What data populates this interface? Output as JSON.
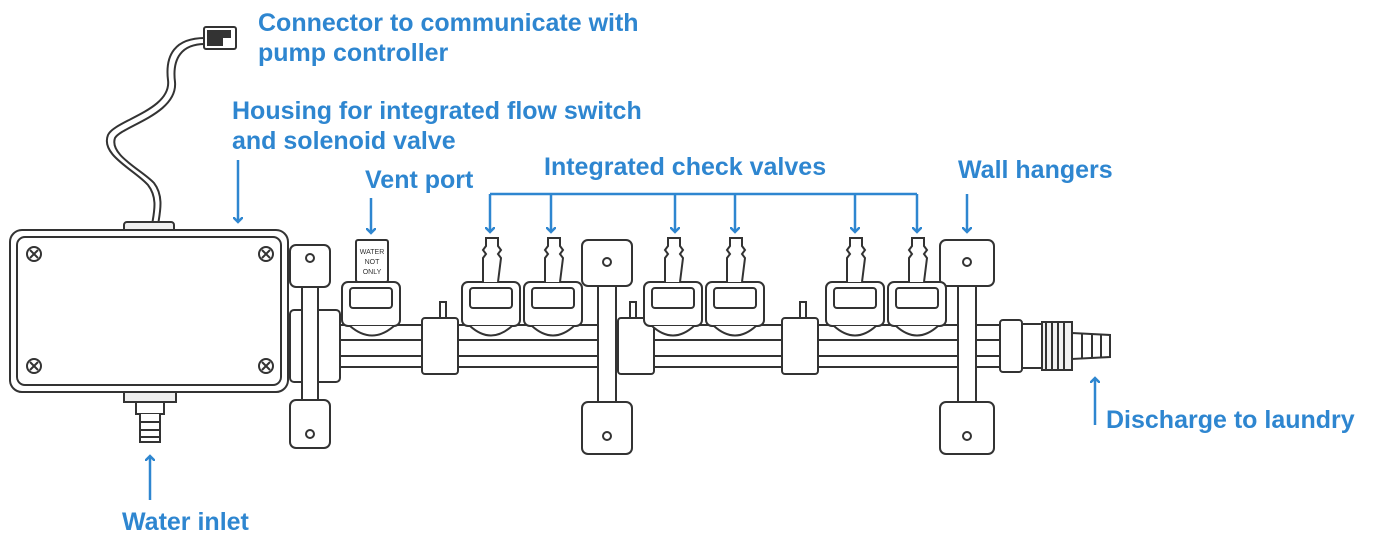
{
  "labels": {
    "connector_line1": "Connector to communicate with",
    "connector_line2": "pump controller",
    "housing_line1": "Housing for integrated flow switch",
    "housing_line2": "and solenoid valve",
    "vent_port": "Vent port",
    "check_valves": "Integrated check valves",
    "wall_hangers": "Wall hangers",
    "discharge": "Discharge to laundry",
    "water_inlet": "Water inlet"
  },
  "vent_cap_text": [
    "WATER",
    "NOT",
    "ONLY"
  ],
  "colors": {
    "callout": "#2e86d0",
    "outline": "#333333",
    "fill": "#ffffff"
  }
}
